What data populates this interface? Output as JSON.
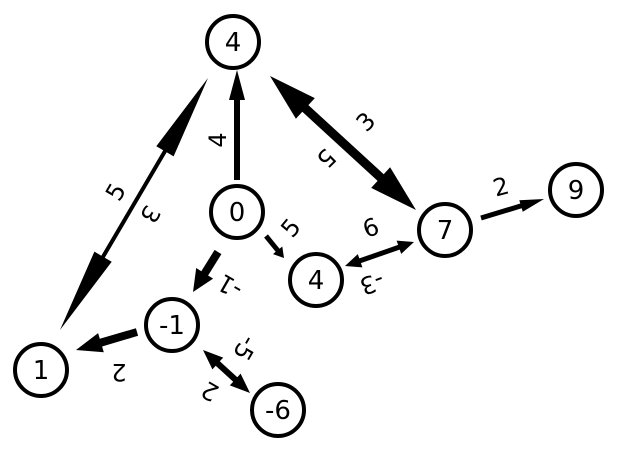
{
  "graph": {
    "nodes": [
      {
        "id": "n_top4",
        "label": "4"
      },
      {
        "id": "n_0",
        "label": "0"
      },
      {
        "id": "n_mid4",
        "label": "4"
      },
      {
        "id": "n_7",
        "label": "7"
      },
      {
        "id": "n_9",
        "label": "9"
      },
      {
        "id": "n_m1",
        "label": "-1"
      },
      {
        "id": "n_1",
        "label": "1"
      },
      {
        "id": "n_m6",
        "label": "-6"
      }
    ],
    "edges": [
      {
        "from": "n_0",
        "to": "n_top4",
        "directed": true,
        "labels": [
          "4"
        ]
      },
      {
        "from": "n_top4",
        "to": "n_1",
        "directed": false,
        "labels": [
          "5",
          "3"
        ]
      },
      {
        "from": "n_top4",
        "to": "n_7",
        "directed": false,
        "labels": [
          "3",
          "5"
        ]
      },
      {
        "from": "n_0",
        "to": "n_mid4",
        "directed": true,
        "labels": [
          "5"
        ]
      },
      {
        "from": "n_mid4",
        "to": "n_7",
        "directed": false,
        "labels": [
          "6",
          "-3"
        ]
      },
      {
        "from": "n_7",
        "to": "n_9",
        "directed": true,
        "labels": [
          "2"
        ]
      },
      {
        "from": "n_0",
        "to": "n_m1",
        "directed": true,
        "labels": [
          "-1"
        ]
      },
      {
        "from": "n_m1",
        "to": "n_1",
        "directed": true,
        "labels": [
          "2"
        ]
      },
      {
        "from": "n_m1",
        "to": "n_m6",
        "directed": false,
        "labels": [
          "-5",
          "2"
        ]
      }
    ]
  }
}
